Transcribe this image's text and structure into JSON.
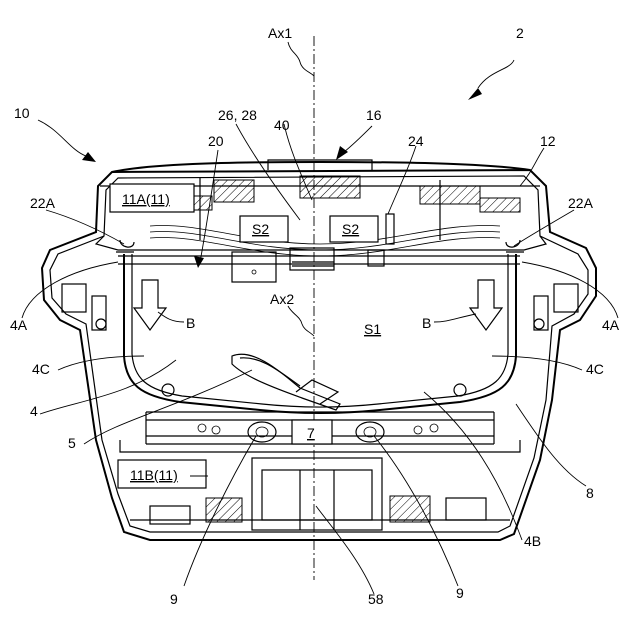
{
  "figure": {
    "labels": {
      "n2": "2",
      "n10": "10",
      "ax1": "Ax1",
      "ax2": "Ax2",
      "n16": "16",
      "n26_28": "26, 28",
      "n40": "40",
      "n24": "24",
      "n12": "12",
      "n20": "20",
      "box_11a": "11A(11)",
      "left_22a": "22A",
      "right_22a": "22A",
      "left_s2": "S2",
      "right_s2": "S2",
      "left_4a": "4A",
      "right_4a": "4A",
      "left_b": "B",
      "right_b": "B",
      "s1": "S1",
      "left_4c": "4C",
      "right_4c": "4C",
      "n4": "4",
      "n5": "5",
      "n7": "7",
      "n8": "8",
      "box_11b": "11B(11)",
      "n4b": "4B",
      "left_9": "9",
      "right_9": "9",
      "n58": "58"
    }
  }
}
